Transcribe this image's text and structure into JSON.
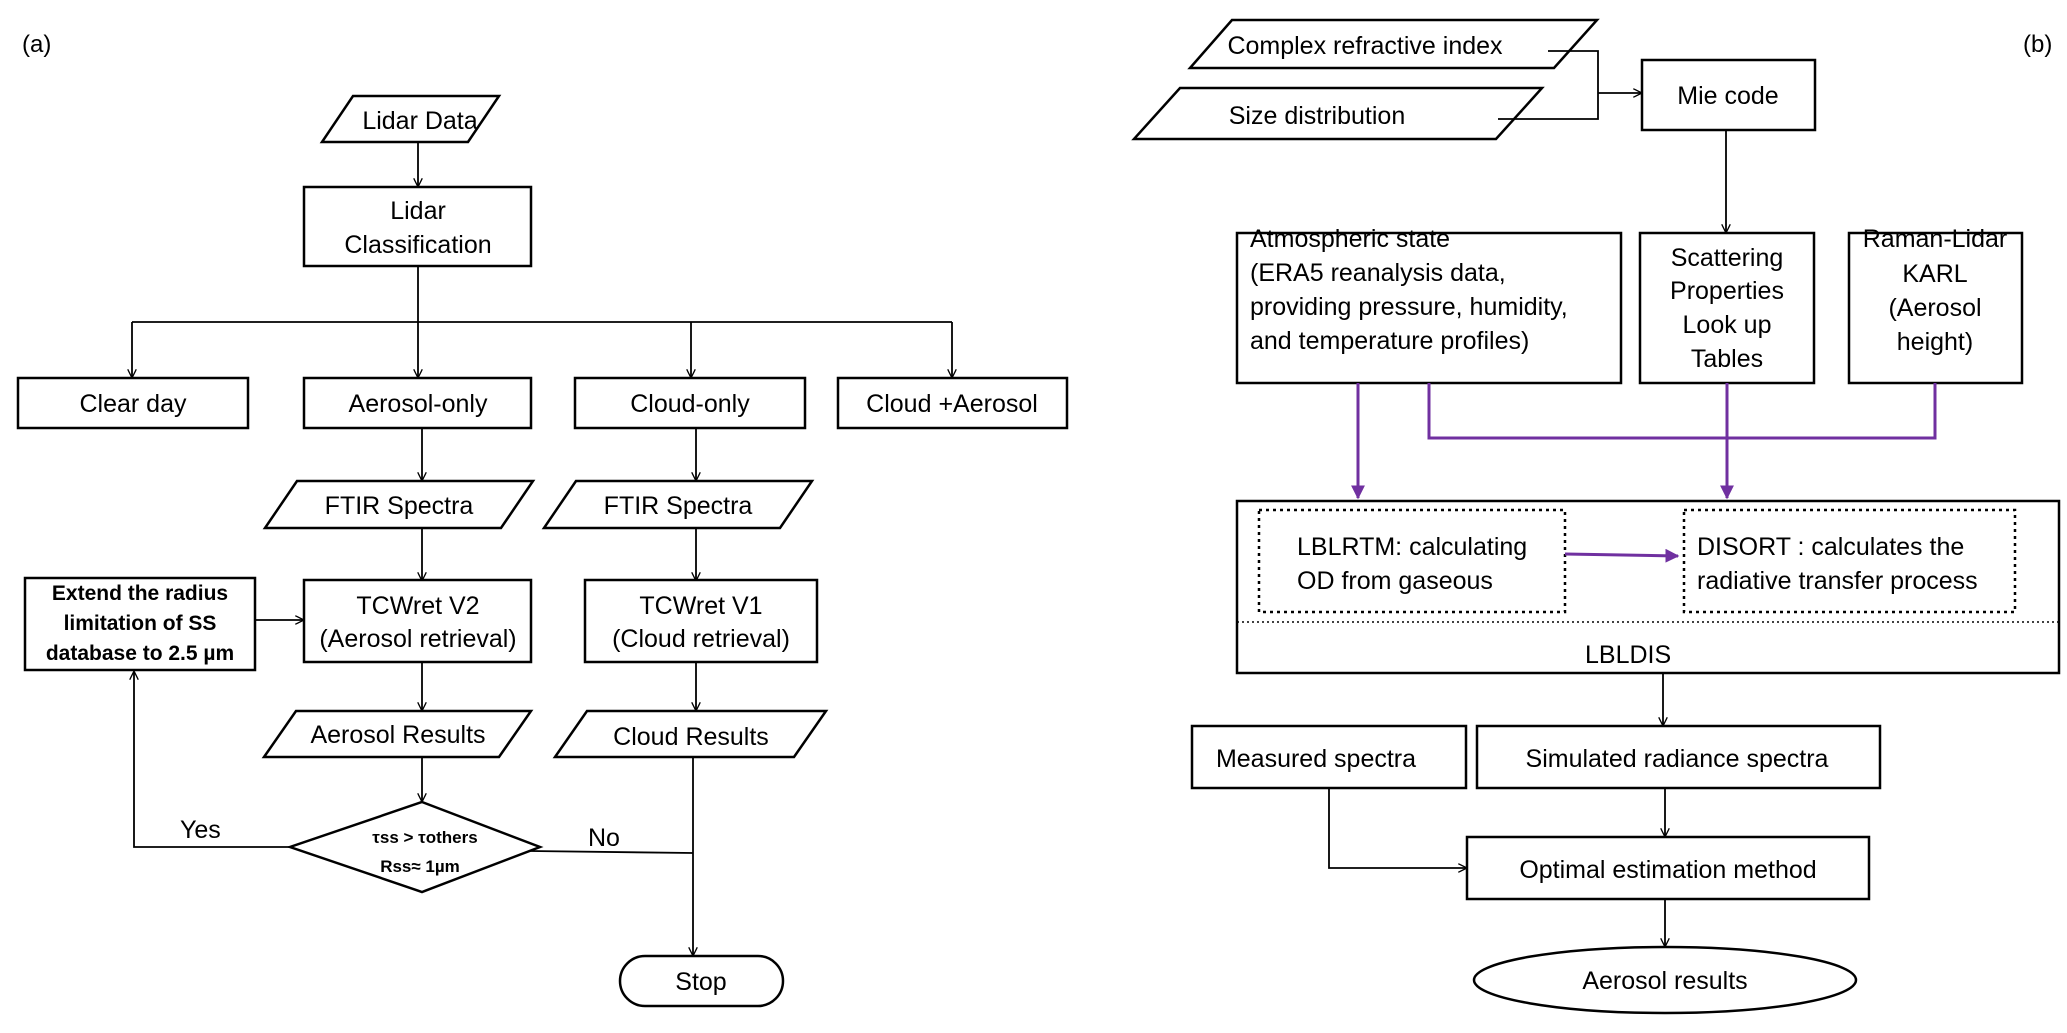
{
  "panel_a": {
    "label": "(a)",
    "lidar_data": "Lidar Data",
    "lidar_classification": [
      "Lidar",
      "Classification"
    ],
    "clear_day": "Clear day",
    "aerosol_only": "Aerosol-only",
    "cloud_only": "Cloud-only",
    "cloud_aerosol": "Cloud +Aerosol",
    "ftir_left": "FTIR Spectra",
    "ftir_right": "FTIR Spectra",
    "extend": [
      "Extend the radius",
      "limitation of SS",
      "database to 2.5 µm"
    ],
    "tcwret_v2": [
      "TCWret V2",
      "(Aerosol retrieval)"
    ],
    "tcwret_v1": [
      "TCWret V1",
      "(Cloud retrieval)"
    ],
    "aerosol_results": "Aerosol Results",
    "cloud_results": "Cloud Results",
    "decision": [
      "τss > τothers",
      "Rss≈ 1µm"
    ],
    "yes": "Yes",
    "no": "No",
    "stop": "Stop"
  },
  "panel_b": {
    "label": "(b)",
    "complex_refractive_index": "Complex refractive index",
    "size_distribution": "Size distribution",
    "mie_code": "Mie code",
    "atmospheric_state": [
      "Atmospheric state",
      "(ERA5 reanalysis data,",
      "providing  pressure, humidity,",
      "and temperature profiles)"
    ],
    "scattering": [
      "Scattering",
      "Properties",
      "Look up",
      "Tables"
    ],
    "raman_lidar": [
      "Raman-Lidar",
      "KARL",
      "(Aerosol",
      "height)"
    ],
    "lblrtm": [
      "LBLRTM: calculating",
      "OD from gaseous"
    ],
    "disort": [
      "DISORT : calculates the",
      "radiative transfer process"
    ],
    "lbldis": "LBLDIS",
    "measured_spectra": "Measured spectra",
    "simulated_spectra": "Simulated radiance spectra",
    "optimal_estimation": "Optimal estimation method",
    "aerosol_results": "Aerosol results"
  },
  "colors": {
    "line": "#000000",
    "purple_arrow": "#7030a0",
    "background": "#ffffff"
  }
}
